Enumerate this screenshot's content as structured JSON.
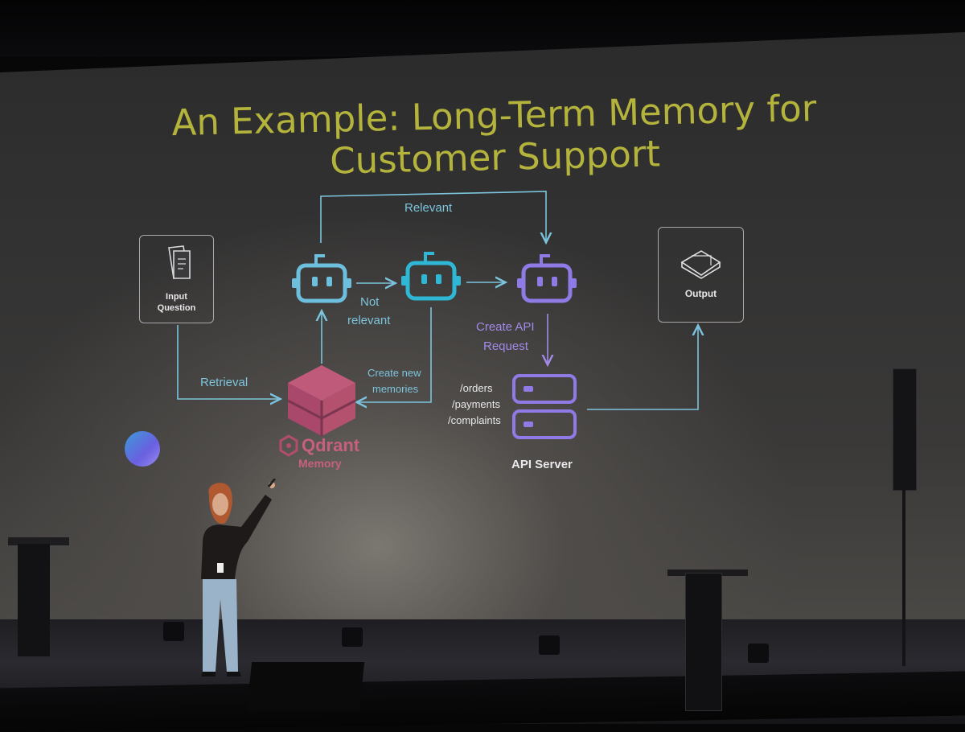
{
  "slide": {
    "title_line1": "An Example: Long-Term Memory for",
    "title_line2": "Customer Support",
    "colors": {
      "title": "#b4b33c",
      "bot_blue": "#6cc0de",
      "bot_teal": "#2fb8d6",
      "bot_violet": "#8f7ae6",
      "memory": "#b24d6e",
      "server": "#8f7ae6"
    }
  },
  "diagram": {
    "input_node": {
      "label_line1": "Input",
      "label_line2": "Question",
      "icon": "documents-icon"
    },
    "output_node": {
      "label": "Output",
      "icon": "envelope-icon"
    },
    "edge_relevant": "Relevant",
    "edge_not_relevant_line1": "Not",
    "edge_not_relevant_line2": "relevant",
    "edge_retrieval": "Retrieval",
    "edge_create_memories_line1": "Create new",
    "edge_create_memories_line2": "memories",
    "edge_create_api_line1": "Create API",
    "edge_create_api_line2": "Request",
    "endpoints": [
      "/orders",
      "/payments",
      "/complaints"
    ],
    "memory_brand": "Qdrant",
    "memory_label": "Memory",
    "server_label": "API Server"
  }
}
